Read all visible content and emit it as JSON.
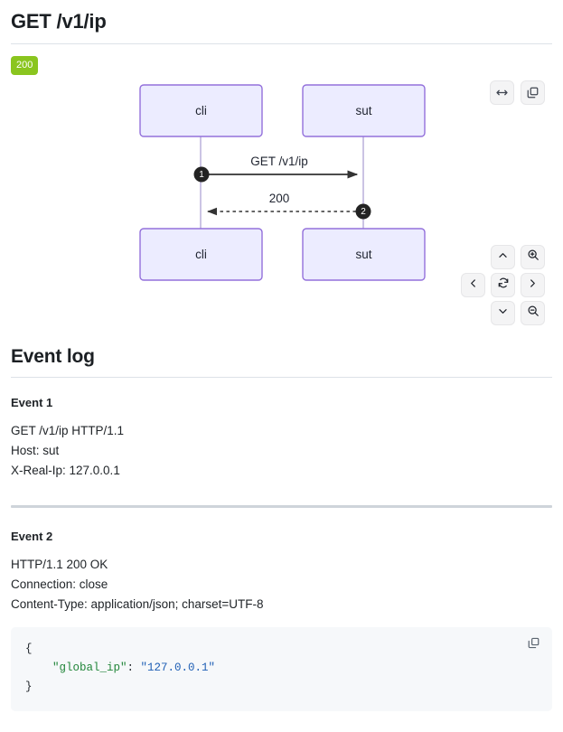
{
  "endpoint": {
    "title": "GET /v1/ip",
    "status_badge": "200",
    "badge_color": "#8ac51f"
  },
  "diagram": {
    "type": "sequence",
    "toolbar": [
      {
        "name": "fit-width-button",
        "icon": "horizontal-resize-icon",
        "label": "Fit width"
      },
      {
        "name": "copy-diagram-button",
        "icon": "copy-icon",
        "label": "Copy diagram"
      }
    ],
    "nav_controls": [
      {
        "name": "pan-up-button",
        "icon": "chevron-up-icon"
      },
      {
        "name": "zoom-in-button",
        "icon": "magnifier-plus-icon"
      },
      {
        "name": "pan-left-button",
        "icon": "chevron-left-icon"
      },
      {
        "name": "reset-view-button",
        "icon": "refresh-icon"
      },
      {
        "name": "pan-right-button",
        "icon": "chevron-right-icon"
      },
      {
        "name": "pan-down-button",
        "icon": "chevron-down-icon"
      },
      {
        "name": "zoom-out-button",
        "icon": "magnifier-minus-icon"
      }
    ],
    "participants": [
      {
        "id": "cli",
        "label": "cli"
      },
      {
        "id": "sut",
        "label": "sut"
      }
    ],
    "messages": [
      {
        "seq": "1",
        "from": "cli",
        "to": "sut",
        "label": "GET /v1/ip",
        "style": "solid"
      },
      {
        "seq": "2",
        "from": "sut",
        "to": "cli",
        "label": "200",
        "style": "dashed"
      }
    ],
    "colors": {
      "box_fill": "#ececff",
      "box_border": "#9370db",
      "lifeline": "#cbc4e4",
      "arrow": "#333333",
      "seq_circle": "#232323"
    }
  },
  "event_log": {
    "heading": "Event log",
    "events": [
      {
        "title": "Event 1",
        "lines": [
          "GET /v1/ip HTTP/1.1",
          "Host: sut",
          "X-Real-Ip: 127.0.0.1"
        ]
      },
      {
        "title": "Event 2",
        "lines": [
          "HTTP/1.1 200 OK",
          "Connection: close",
          "Content-Type: application/json; charset=UTF-8"
        ],
        "code": {
          "open_brace": "{",
          "key": "\"global_ip\"",
          "colon": ": ",
          "value": "\"127.0.0.1\"",
          "close_brace": "}",
          "copy_button": "copy-code-button"
        }
      }
    ]
  }
}
